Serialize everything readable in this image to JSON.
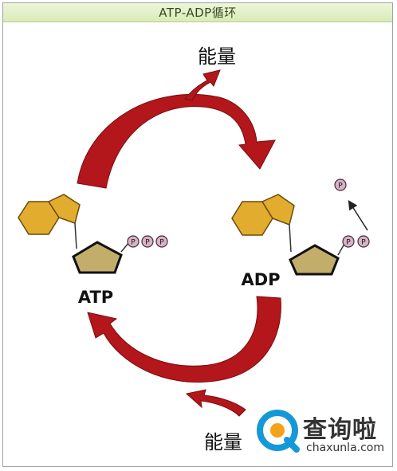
{
  "title": "ATP-ADP循环",
  "labels": {
    "energy_top": "能量",
    "energy_bottom": "能量",
    "atp": "ATP",
    "adp": "ADP",
    "phosphate": "P"
  },
  "watermark": {
    "text": "查询啦",
    "url": "chaxunla.com"
  },
  "colors": {
    "arrow": "#b3161b",
    "hexagon": "#e2ad2e",
    "pentagon_ribose": "#c2ad6b",
    "phosphate": "#d7b3c6",
    "title_bar": "#dcedbd",
    "watermark_blue": "#1598d8",
    "watermark_orange": "#f4a21a"
  }
}
